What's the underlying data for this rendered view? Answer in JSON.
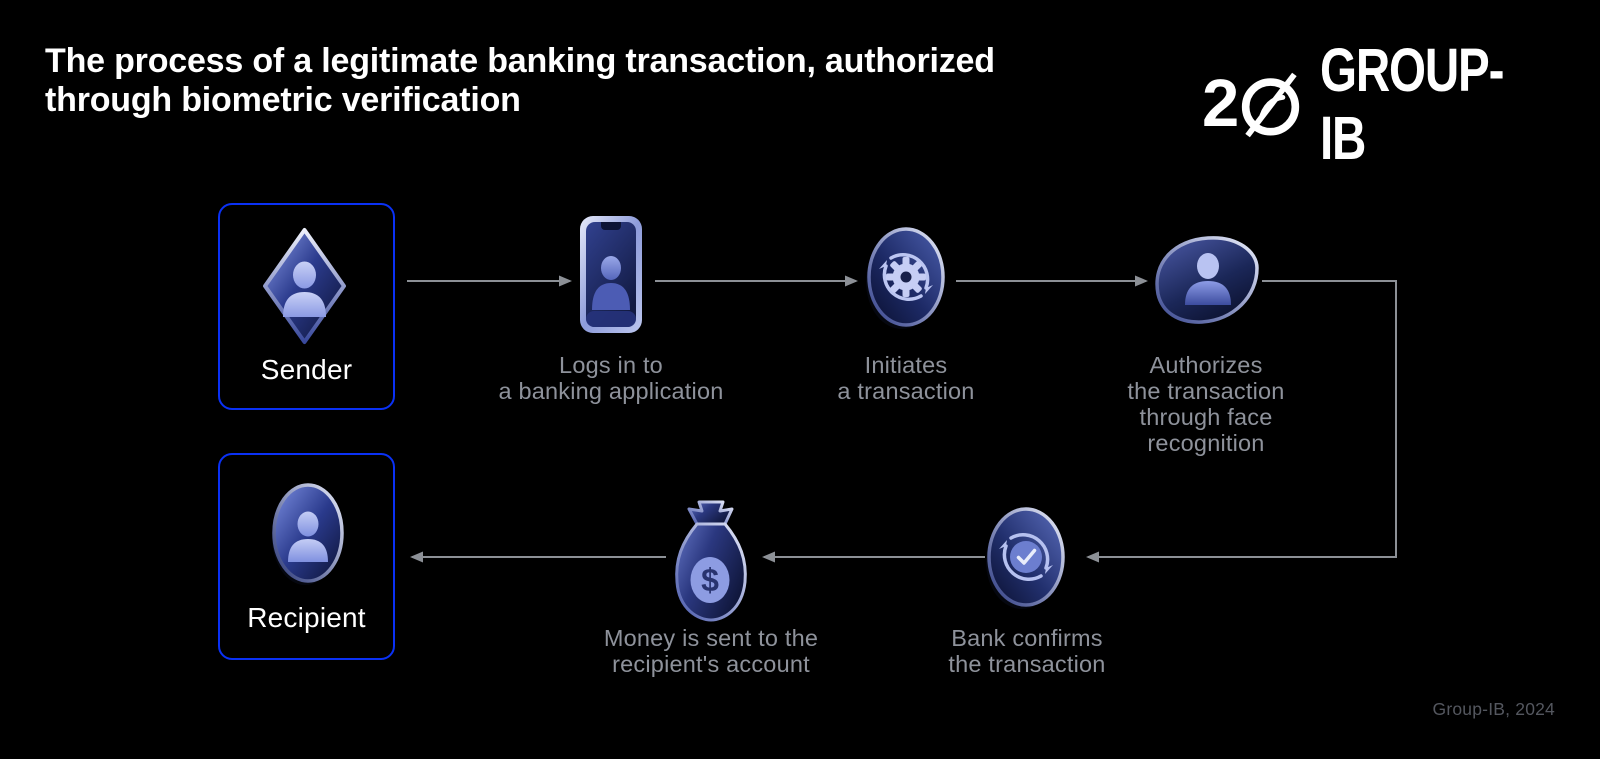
{
  "header": {
    "title": "The process of a legitimate banking transaction, authorized\nthrough biometric verification",
    "logo": {
      "anniversary_number": "2",
      "anniversary_zero_icon": "slashed-zero-ring-icon",
      "brand": "GROUP-IB"
    }
  },
  "flow": {
    "entities": [
      {
        "id": "sender",
        "label": "Sender",
        "icon": "diamond-user-icon"
      },
      {
        "id": "recipient",
        "label": "Recipient",
        "icon": "circle-user-icon"
      }
    ],
    "steps": [
      {
        "id": "login",
        "label": "Logs in to\na banking application",
        "icon": "smartphone-user-icon"
      },
      {
        "id": "initiate",
        "label": "Initiates\na transaction",
        "icon": "gear-sync-coin-icon"
      },
      {
        "id": "authorize",
        "label": "Authorizes\nthe transaction\nthrough face\nrecognition",
        "icon": "face-recognition-icon"
      },
      {
        "id": "confirm",
        "label": "Bank confirms\nthe transaction",
        "icon": "check-sync-coin-icon"
      },
      {
        "id": "payout",
        "label": "Money is sent to the\nrecipient's account",
        "icon": "money-bag-icon"
      }
    ],
    "edges": [
      {
        "from": "sender",
        "to": "login",
        "shape": "straight-right-arrow"
      },
      {
        "from": "login",
        "to": "initiate",
        "shape": "straight-right-arrow"
      },
      {
        "from": "initiate",
        "to": "authorize",
        "shape": "straight-right-arrow"
      },
      {
        "from": "authorize",
        "to": "confirm",
        "shape": "right-down-left-elbow-arrow"
      },
      {
        "from": "confirm",
        "to": "payout",
        "shape": "straight-left-arrow"
      },
      {
        "from": "payout",
        "to": "recipient",
        "shape": "straight-left-arrow"
      }
    ],
    "money_symbol": "$"
  },
  "footer": {
    "credit": "Group-IB, 2024"
  },
  "colors": {
    "background": "#000000",
    "accent_blue_border": "#0a31f5",
    "title_white": "#ffffff",
    "step_label_gray": "#8e929b",
    "connector_gray": "#8c9096",
    "footer_gray": "#54575f",
    "icon_face_navy": "#1a2355",
    "icon_figure_periwinkle": "#bec7f3",
    "icon_rim_light": "#dfe5f7"
  }
}
